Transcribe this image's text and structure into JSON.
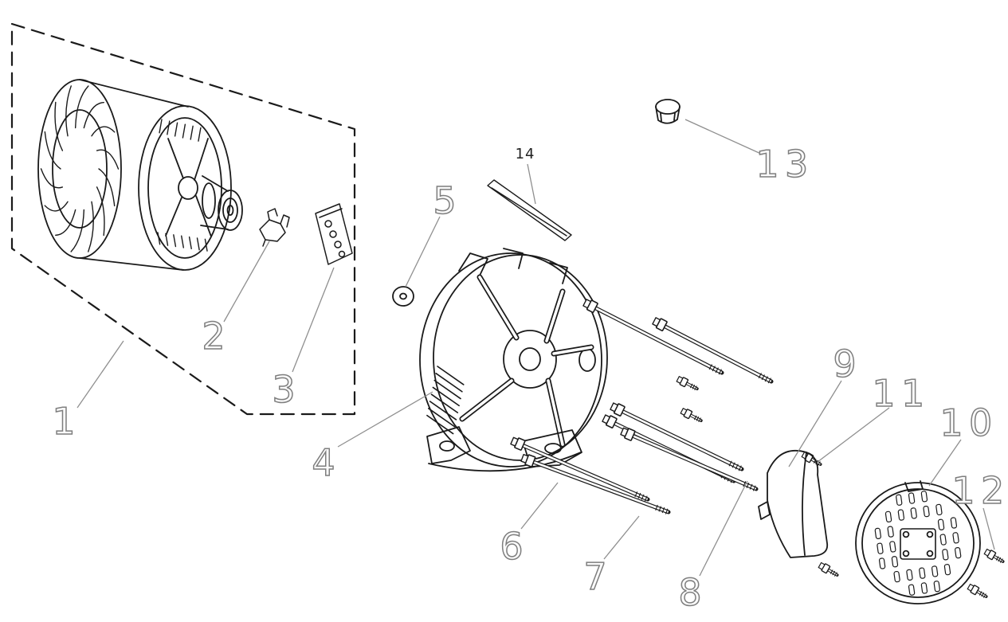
{
  "diagram": {
    "type": "exploded-parts-diagram",
    "background_color": "#ffffff",
    "line_color": "#1a1a1a",
    "label_color": "#808080",
    "parts": [
      {
        "number": "1"
      },
      {
        "number": "2"
      },
      {
        "number": "3"
      },
      {
        "number": "4"
      },
      {
        "number": "5"
      },
      {
        "number": "6"
      },
      {
        "number": "7"
      },
      {
        "number": "8"
      },
      {
        "number": "9"
      },
      {
        "number": "10"
      },
      {
        "number": "11"
      },
      {
        "number": "12"
      },
      {
        "number": "13"
      },
      {
        "number": "14"
      }
    ]
  }
}
